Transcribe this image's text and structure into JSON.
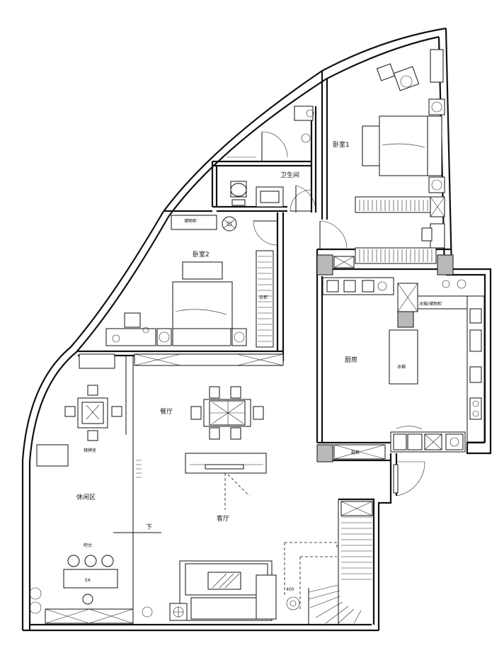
{
  "rooms": {
    "bedroom1": "卧室1",
    "bedroom2": "卧室2",
    "bathroom": "卫生间",
    "kitchen": "厨房",
    "dining": "餐厅",
    "living": "客厅",
    "leisure": "休闲区",
    "mahjong": "棋牌室",
    "bar": "吧台"
  },
  "labels": {
    "down": "下",
    "dimension": "400",
    "fridge": "冰箱",
    "fridge_cabinet": "冰箱/储物柜",
    "bar_counter_text": "EA",
    "shelf": "储物柜",
    "wardrobe": "衣柜",
    "shoe_cabinet": "鞋柜"
  }
}
